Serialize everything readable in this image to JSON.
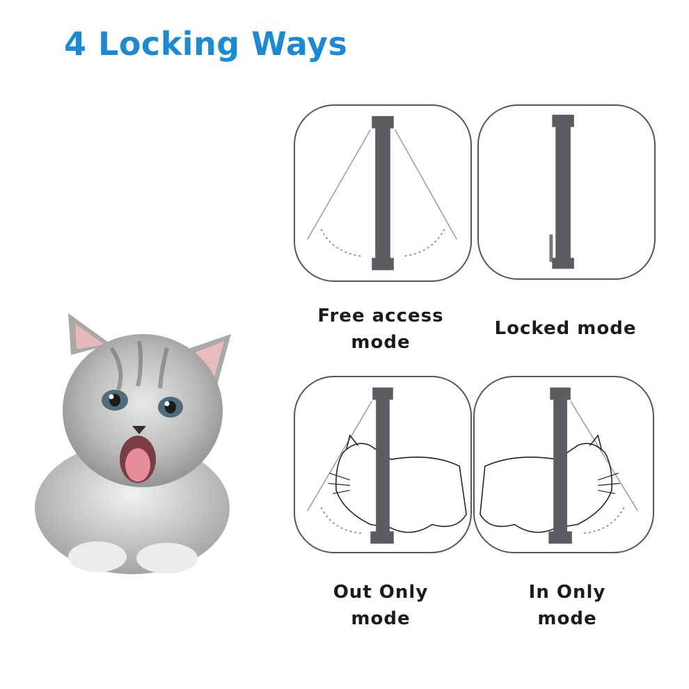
{
  "title": "4 Locking Ways",
  "modes": [
    {
      "line1": "Free access",
      "line2": "mode"
    },
    {
      "line1": "Locked mode",
      "line2": ""
    },
    {
      "line1": "Out Only",
      "line2": "mode"
    },
    {
      "line1": "In Only",
      "line2": "mode"
    }
  ],
  "colors": {
    "title": "#1b8ad6",
    "flap": "#5a5d62",
    "outline": "#555555"
  },
  "icons": [
    "flap-bar-icon",
    "swing-arc-icon",
    "cat-outline-icon",
    "kitten-photo"
  ]
}
